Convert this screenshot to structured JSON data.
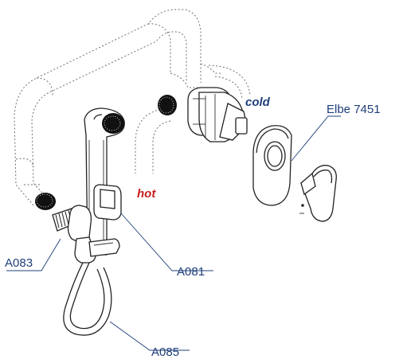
{
  "labels": {
    "hot": "hot",
    "cold": "cold",
    "model": "Elbe 7451",
    "a083": "A083",
    "a081": "A081",
    "a085": "A085"
  },
  "colors": {
    "hot": "#c81e1e",
    "cold": "#1f3f7a",
    "label": "#1f3f7a",
    "line": "#222222"
  }
}
